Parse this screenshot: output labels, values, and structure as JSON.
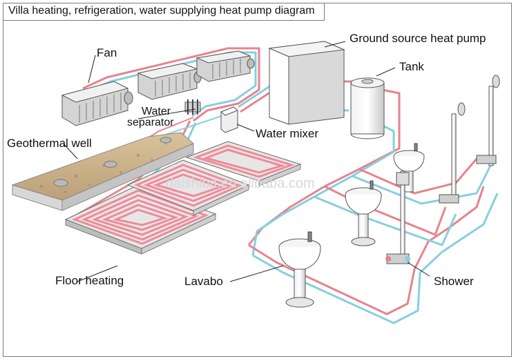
{
  "title": "Villa heating, refrigeration,  water supplying heat pump diagram",
  "labels": {
    "ground_source_heat_pump": "Ground source heat pump",
    "tank": "Tank",
    "fan": "Fan",
    "water_separator_line1": "Water",
    "water_separator_line2": "separator",
    "water_mixer": "Water mixer",
    "geothermal_well": "Geothermal well",
    "floor_heating": "Floor heating",
    "lavabo": "Lavabo",
    "shower": "Shower"
  },
  "watermark": "daishiba.en.alibaba.com",
  "colors": {
    "hot_pipe": "#e8828c",
    "cold_pipe": "#86cfe0",
    "floor_panel": "#e6e6e6",
    "floor_coil": "#f08a98",
    "soil": "#cdb48a",
    "frame": "#7a7a7a"
  }
}
